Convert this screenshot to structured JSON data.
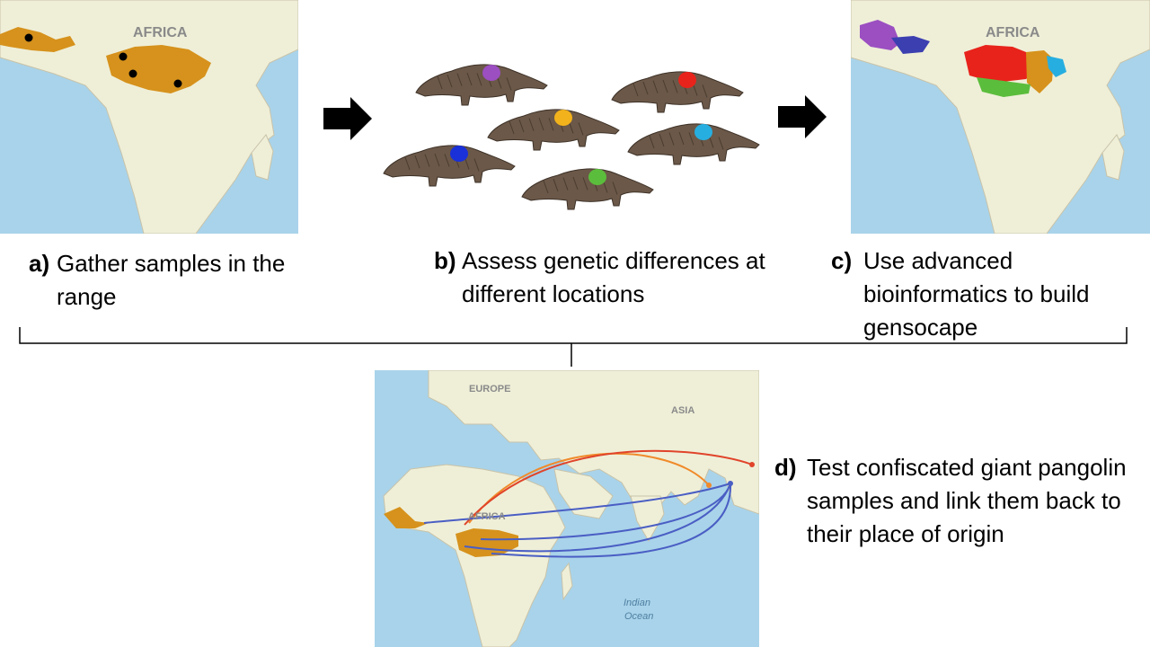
{
  "steps": {
    "a": {
      "letter": "a)",
      "text": "Gather samples in the range"
    },
    "b": {
      "letter": "b)",
      "text": "Assess genetic differences at different locations"
    },
    "c": {
      "letter": "c)",
      "text": "Use advanced bioinformatics to build gensocape"
    },
    "d": {
      "letter": "d)",
      "text": "Test confiscated giant pangolin samples and link them back to their place of origin"
    }
  },
  "maps": {
    "a_label": "AFRICA",
    "c_label": "AFRICA",
    "d_labels": {
      "europe": "EUROPE",
      "asia": "ASIA",
      "africa": "AFRICA",
      "ocean_line1": "Indian",
      "ocean_line2": "Ocean"
    }
  },
  "colors": {
    "ocean": "#a9d3ea",
    "land": "#efefd8",
    "range": "#d6921c",
    "purple": "#9b4fc1",
    "red": "#e8231b",
    "yellow": "#f2b21c",
    "light_blue": "#27aee0",
    "blue": "#1a30d8",
    "green": "#5bbd3c",
    "route_orange": "#f08a2a",
    "route_red": "#e0442a",
    "route_blue": "#4a5ec4"
  },
  "pangolin_markers": [
    "purple",
    "red",
    "yellow",
    "light_blue",
    "blue",
    "green"
  ]
}
